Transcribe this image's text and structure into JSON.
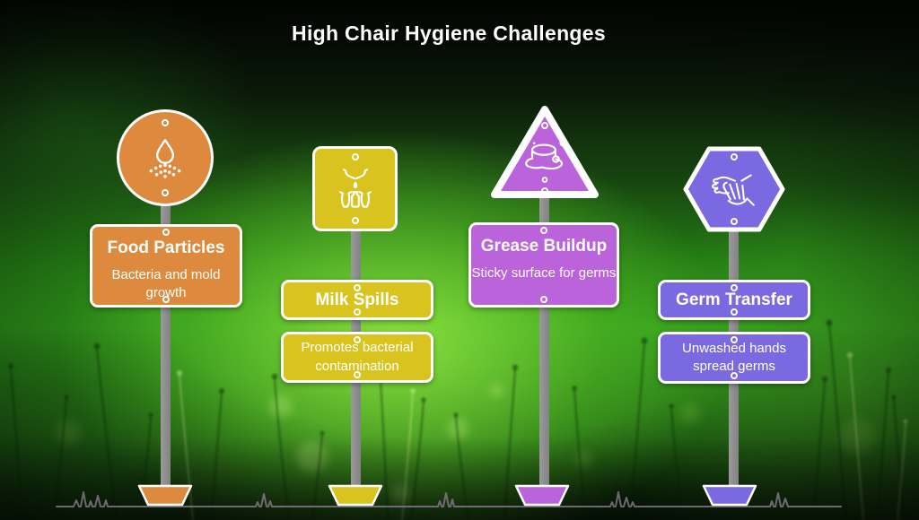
{
  "title": "High Chair Hygiene Challenges",
  "items": [
    {
      "id": "food-particles",
      "shape": "circle",
      "icon": "food-crumbs-icon",
      "title": "Food Particles",
      "desc": "Bacteria and mold growth",
      "color": "#dd8a3e"
    },
    {
      "id": "milk-spills",
      "shape": "rounded-square",
      "icon": "milk-bottles-icon",
      "title": "Milk Spills",
      "desc": "Promotes bacterial contamination",
      "color": "#d9c41f"
    },
    {
      "id": "grease-buildup",
      "shape": "triangle",
      "icon": "grease-blob-icon",
      "title": "Grease Buildup",
      "desc": "Sticky surface for germs",
      "color": "#bb63da"
    },
    {
      "id": "germ-transfer",
      "shape": "hexagon",
      "icon": "washing-hands-icon",
      "title": "Germ Transfer",
      "desc": "Unwashed hands spread germs",
      "color": "#7b69e1"
    }
  ],
  "palette": {
    "orange": "#dd8a3e",
    "yellow": "#d9c41f",
    "purple": "#bb63da",
    "periwinkle": "#7b69e1",
    "pole_gray": "#8d8d8d",
    "baseline": "#897b8c",
    "text": "#ffffff",
    "background_green": "#2f9c1a"
  }
}
